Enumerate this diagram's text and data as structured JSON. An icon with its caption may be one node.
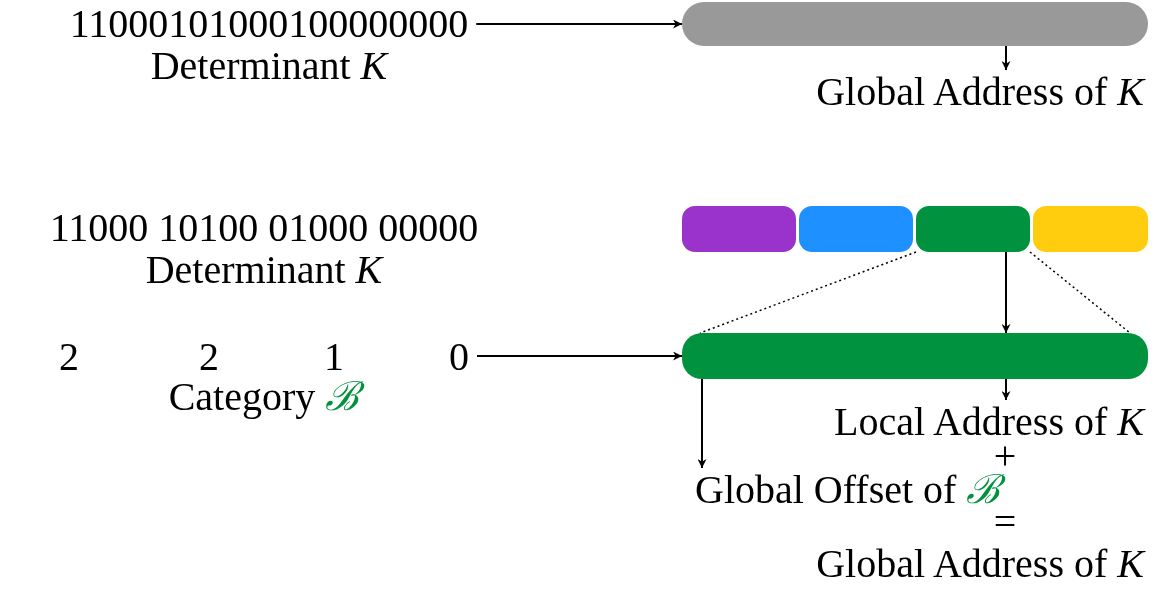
{
  "diagram": {
    "nodes": [
      {
        "text": [
          "11000101000100000000",
          "Determinant *K*"
        ]
      },
      {
        "text": [],
        "shape": "bar"
      },
      {
        "text": [
          "Global Address of *K*"
        ]
      },
      {
        "text": [],
        "shape": "bar"
      },
      {
        "text": [],
        "shape": "bar"
      },
      {
        "text": [],
        "shape": "bar"
      },
      {
        "text": [],
        "shape": "bar"
      },
      {
        "text": [
          "2",
          "2",
          "1",
          "0",
          "Category ℬ"
        ]
      },
      {
        "text": [],
        "shape": "bar"
      },
      {
        "text": [
          "Local Address of *K*"
        ]
      },
      {
        "text": [
          "Global Offset of ℬ"
        ]
      }
    ],
    "edges": [
      {
        "from": 0,
        "to": 1,
        "arrow": "to"
      },
      {
        "from": 1,
        "to": 2,
        "arrow": "to"
      },
      {
        "from": 5,
        "to": 8,
        "arrow": "to"
      },
      {
        "from": 5,
        "to": 8,
        "arrow": "none",
        "style": "dashed"
      },
      {
        "from": 5,
        "to": 8,
        "arrow": "none",
        "style": "dashed"
      },
      {
        "from": 7,
        "to": 8,
        "arrow": "to"
      },
      {
        "from": 8,
        "to": 9,
        "arrow": "to"
      },
      {
        "from": 8,
        "to": 10,
        "arrow": "to"
      }
    ],
    "labels": [
      "11000 10100 01000 00000",
      "Determinant *K*",
      "+",
      "=",
      "Global Address of *K*"
    ]
  }
}
